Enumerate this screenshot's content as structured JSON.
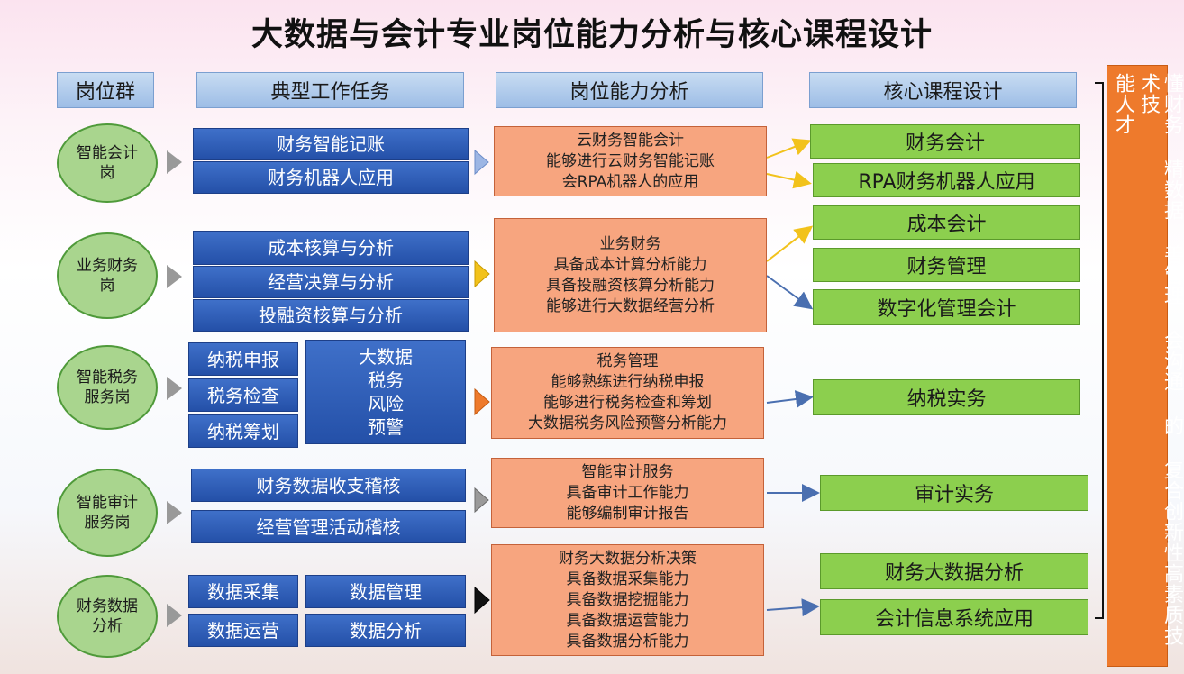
{
  "title": "大数据与会计专业岗位能力分析与核心课程设计",
  "headers": {
    "posts": "岗位群",
    "tasks": "典型工作任务",
    "abilities": "岗位能力分析",
    "courses": "核心课程设计"
  },
  "posts": [
    "智能会计岗",
    "业务财务岗",
    "智能税务服务岗",
    "智能审计服务岗",
    "财务数据分析"
  ],
  "tasks": {
    "row1": [
      "财务智能记账",
      "财务机器人应用"
    ],
    "row2": [
      "成本核算与分析",
      "经营决算与分析",
      "投融资核算与分析"
    ],
    "row3_left": [
      "纳税申报",
      "税务检查",
      "纳税筹划"
    ],
    "row3_right": [
      "大数据",
      "税务",
      "风险",
      "预警"
    ],
    "row4": [
      "财务数据收支稽核",
      "经营管理活动稽核"
    ],
    "row5": [
      "数据采集",
      "数据管理",
      "数据运营",
      "数据分析"
    ]
  },
  "abilities": [
    {
      "head": "云财务智能会计",
      "lines": [
        "能够进行云财务智能记账",
        "会RPA机器人的应用"
      ]
    },
    {
      "head": "业务财务",
      "lines": [
        "具备成本计算分析能力",
        "具备投融资核算分析能力",
        "能够进行大数据经营分析"
      ]
    },
    {
      "head": "税务管理",
      "lines": [
        "能够熟练进行纳税申报",
        "能够进行税务检查和筹划",
        "大数据税务风险预警分析能力"
      ]
    },
    {
      "head": "智能审计服务",
      "lines": [
        "具备审计工作能力",
        "能够编制审计报告"
      ]
    },
    {
      "head": "财务大数据分析决策",
      "lines": [
        "具备数据采集能力",
        "具备数据挖掘能力",
        "具备数据运营能力",
        "具备数据分析能力"
      ]
    }
  ],
  "courses": [
    "财务会计",
    "RPA财务机器人应用",
    "成本会计",
    "财务管理",
    "数字化管理会计",
    "纳税实务",
    "审计实务",
    "财务大数据分析",
    "会计信息系统应用"
  ],
  "talent": {
    "col1": "能人才",
    "col2": "懂财务 精数据 善管理 会沟通 的 复合创新性高素质技术技"
  },
  "colors": {
    "task_blue": "#2f5fb8",
    "ability_orange": "#f7a57f",
    "course_green": "#8ccf4e",
    "circle_green": "#a9d58e",
    "talent_orange": "#ee7a2c",
    "arrow_yellow": "#f2c21b",
    "arrow_blue": "#4a6fb0"
  }
}
